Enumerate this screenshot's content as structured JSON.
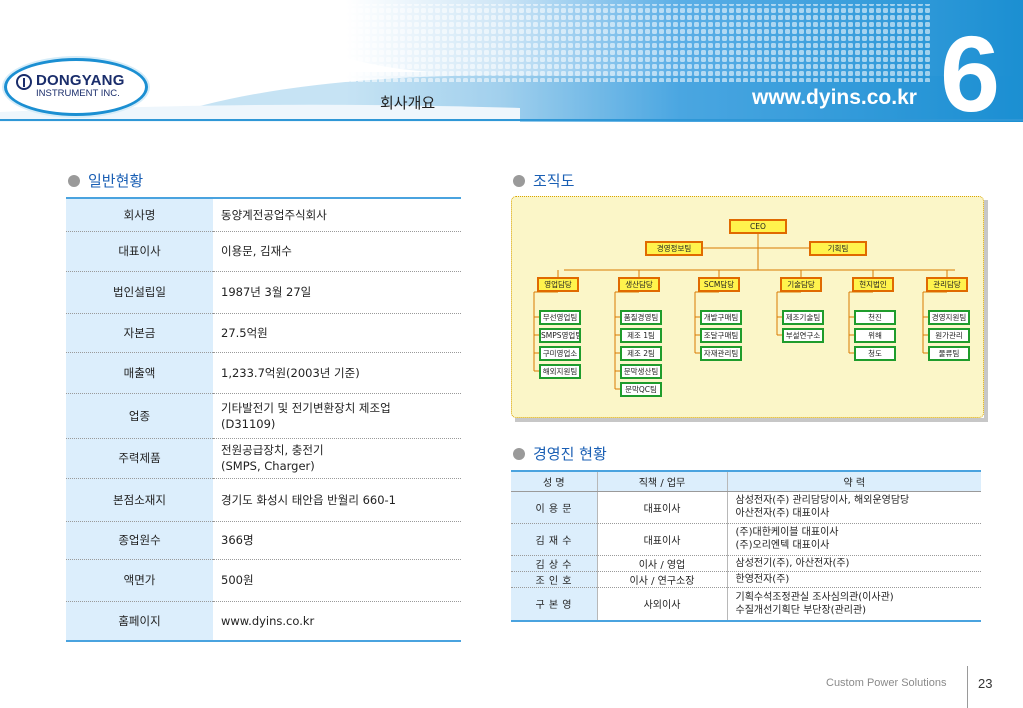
{
  "header": {
    "logo_name": "DONGYANG",
    "logo_sub": "INSTRUMENT INC.",
    "page_title": "회사개요",
    "site_url": "www.dyins.co.kr",
    "chapter": "6",
    "accent": "#1b8fd2"
  },
  "general": {
    "heading": "일반현황",
    "rows": [
      {
        "label": "회사명",
        "value": "동양계전공업주식회사"
      },
      {
        "label": "대표이사",
        "value": "이용문, 김재수"
      },
      {
        "label": "법인설립일",
        "value": "1987년 3월 27일"
      },
      {
        "label": "자본금",
        "value": "27.5억원"
      },
      {
        "label": "매출액",
        "value": "1,233.7억원(2003년 기준)"
      },
      {
        "label": "업종",
        "value": "기타발전기 및 전기변환장치 제조업",
        "value2": "(D31109)"
      },
      {
        "label": "주력제품",
        "value": "전원공급장치, 충전기",
        "value2": "(SMPS, Charger)"
      },
      {
        "label": "본점소재지",
        "value": "경기도 화성시 태안읍 반월리 660-1"
      },
      {
        "label": "종업원수",
        "value": "366명"
      },
      {
        "label": "액면가",
        "value": "500원"
      },
      {
        "label": "홈페이지",
        "value": "www.dyins.co.kr"
      }
    ]
  },
  "org": {
    "heading": "조직도",
    "ceo": "CEO",
    "top_units": [
      "경영정보팀",
      "기획팀"
    ],
    "divisions": [
      {
        "name": "영업담당",
        "teams": [
          "무선영업팀",
          "SMPS영업팀",
          "구미영업소",
          "해외지원팀"
        ]
      },
      {
        "name": "생산담당",
        "teams": [
          "품질경영팀",
          "제조 1팀",
          "제조 2팀",
          "문막생산팀",
          "문막QC팀"
        ]
      },
      {
        "name": "SCM담당",
        "teams": [
          "개발구매팀",
          "조달구매팀",
          "자재관리팀"
        ]
      },
      {
        "name": "기술담당",
        "teams": [
          "제조기술팀",
          "부설연구소"
        ]
      },
      {
        "name": "현지법인",
        "teams": [
          "천진",
          "위해",
          "청도"
        ]
      },
      {
        "name": "관리담당",
        "teams": [
          "경영지원팀",
          "원가관리",
          "물류팀"
        ]
      }
    ]
  },
  "executives": {
    "heading": "경영진 현황",
    "columns": [
      "성 명",
      "직책 / 업무",
      "약 력"
    ],
    "rows": [
      {
        "name": "이 용 문",
        "position": "대표이사",
        "career": [
          "삼성전자(주) 관리담당이사, 해외운영담당",
          "아산전자(주) 대표이사"
        ]
      },
      {
        "name": "김 재 수",
        "position": "대표이사",
        "career": [
          "(주)대한케이블 대표이사",
          "(주)오리엔텍 대표이사"
        ]
      },
      {
        "name": "김 상 수",
        "position": "이사 / 영업",
        "career": [
          "삼성전기(주), 아산전자(주)"
        ]
      },
      {
        "name": "조 인 호",
        "position": "이사 / 연구소장",
        "career": [
          "한영전자(주)"
        ]
      },
      {
        "name": "구 본 영",
        "position": "사외이사",
        "career": [
          "기획수석조정관실 조사심의관(이사관)",
          "수질개선기획단 부단장(관리관)"
        ]
      }
    ]
  },
  "footer": {
    "tagline": "Custom Power Solutions",
    "page": "23"
  }
}
